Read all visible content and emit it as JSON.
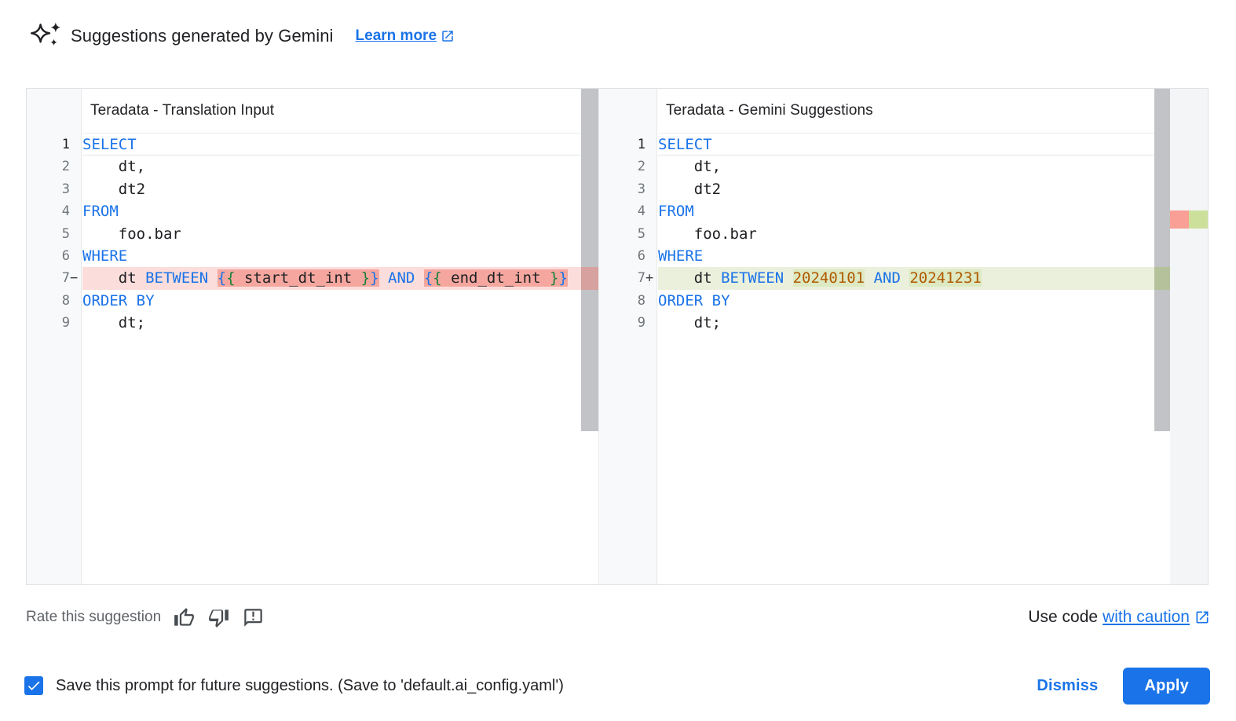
{
  "header": {
    "title": "Suggestions generated by Gemini",
    "learn_more": "Learn more"
  },
  "colors": {
    "accent": "#1a73e8",
    "text": "#202124",
    "gray": "#5f6368",
    "kw": "#1a73e8",
    "num": "#b05a00",
    "brace": "#188038",
    "linenum": "#70757a",
    "gutterbg": "#f8f9fa",
    "thumb": "#c1c3c6",
    "removedline": "#fbdddb",
    "removedtoken": "#f5a79f",
    "addedline": "#eaf0dc",
    "addedtoken": "#dde9c2",
    "rulerred": "#f99f96",
    "rulergreen": "#cce09c"
  },
  "panels": [
    {
      "title": "Teradata - Translation Input",
      "lines": [
        {
          "n": 1,
          "sign": "",
          "state": "",
          "tokens": [
            [
              "kw",
              "SELECT",
              0
            ]
          ]
        },
        {
          "n": 2,
          "sign": "",
          "state": "",
          "tokens": [
            [
              "d",
              "    dt,",
              0
            ]
          ]
        },
        {
          "n": 3,
          "sign": "",
          "state": "",
          "tokens": [
            [
              "d",
              "    dt2",
              0
            ]
          ]
        },
        {
          "n": 4,
          "sign": "",
          "state": "",
          "tokens": [
            [
              "kw",
              "FROM",
              0
            ]
          ]
        },
        {
          "n": 5,
          "sign": "",
          "state": "",
          "tokens": [
            [
              "d",
              "    foo.bar",
              0
            ]
          ]
        },
        {
          "n": 6,
          "sign": "",
          "state": "",
          "tokens": [
            [
              "kw",
              "WHERE",
              0
            ]
          ]
        },
        {
          "n": 7,
          "sign": "−",
          "state": "removed",
          "tokens": [
            [
              "d",
              "    dt ",
              0
            ],
            [
              "kw",
              "BETWEEN",
              0
            ],
            [
              "d",
              " ",
              0
            ],
            [
              "bb",
              "{",
              1
            ],
            [
              "bg",
              "{",
              1
            ],
            [
              "d",
              " start_dt_int ",
              1
            ],
            [
              "bg",
              "}",
              1
            ],
            [
              "bb",
              "}",
              1
            ],
            [
              "d",
              " ",
              0
            ],
            [
              "kw",
              "AND",
              0
            ],
            [
              "d",
              " ",
              0
            ],
            [
              "bb",
              "{",
              1
            ],
            [
              "bg",
              "{",
              1
            ],
            [
              "d",
              " end_dt_int ",
              1
            ],
            [
              "bg",
              "}",
              1
            ],
            [
              "bb",
              "}",
              1
            ]
          ]
        },
        {
          "n": 8,
          "sign": "",
          "state": "",
          "tokens": [
            [
              "kw",
              "ORDER BY",
              0
            ]
          ]
        },
        {
          "n": 9,
          "sign": "",
          "state": "",
          "tokens": [
            [
              "d",
              "    dt;",
              0
            ]
          ]
        }
      ]
    },
    {
      "title": "Teradata - Gemini Suggestions",
      "lines": [
        {
          "n": 1,
          "sign": "",
          "state": "",
          "tokens": [
            [
              "kw",
              "SELECT",
              0
            ]
          ]
        },
        {
          "n": 2,
          "sign": "",
          "state": "",
          "tokens": [
            [
              "d",
              "    dt,",
              0
            ]
          ]
        },
        {
          "n": 3,
          "sign": "",
          "state": "",
          "tokens": [
            [
              "d",
              "    dt2",
              0
            ]
          ]
        },
        {
          "n": 4,
          "sign": "",
          "state": "",
          "tokens": [
            [
              "kw",
              "FROM",
              0
            ]
          ]
        },
        {
          "n": 5,
          "sign": "",
          "state": "",
          "tokens": [
            [
              "d",
              "    foo.bar",
              0
            ]
          ]
        },
        {
          "n": 6,
          "sign": "",
          "state": "",
          "tokens": [
            [
              "kw",
              "WHERE",
              0
            ]
          ]
        },
        {
          "n": 7,
          "sign": "+",
          "state": "added",
          "tokens": [
            [
              "d",
              "    dt ",
              0
            ],
            [
              "kw",
              "BETWEEN",
              0
            ],
            [
              "d",
              " ",
              0
            ],
            [
              "n",
              "20240101",
              1
            ],
            [
              "d",
              " ",
              0
            ],
            [
              "kw",
              "AND",
              0
            ],
            [
              "d",
              " ",
              0
            ],
            [
              "n",
              "20241231",
              1
            ]
          ]
        },
        {
          "n": 8,
          "sign": "",
          "state": "",
          "tokens": [
            [
              "kw",
              "ORDER BY",
              0
            ]
          ]
        },
        {
          "n": 9,
          "sign": "",
          "state": "",
          "tokens": [
            [
              "d",
              "    dt;",
              0
            ]
          ]
        }
      ]
    }
  ],
  "footer": {
    "rate_label": "Rate this suggestion",
    "use_code_prefix": "Use code",
    "use_code_link": "with caution"
  },
  "save_row": {
    "label": "Save this prompt for future suggestions. (Save to 'default.ai_config.yaml')",
    "checkbox_checked": true
  },
  "actions": {
    "dismiss": "Dismiss",
    "apply": "Apply"
  }
}
